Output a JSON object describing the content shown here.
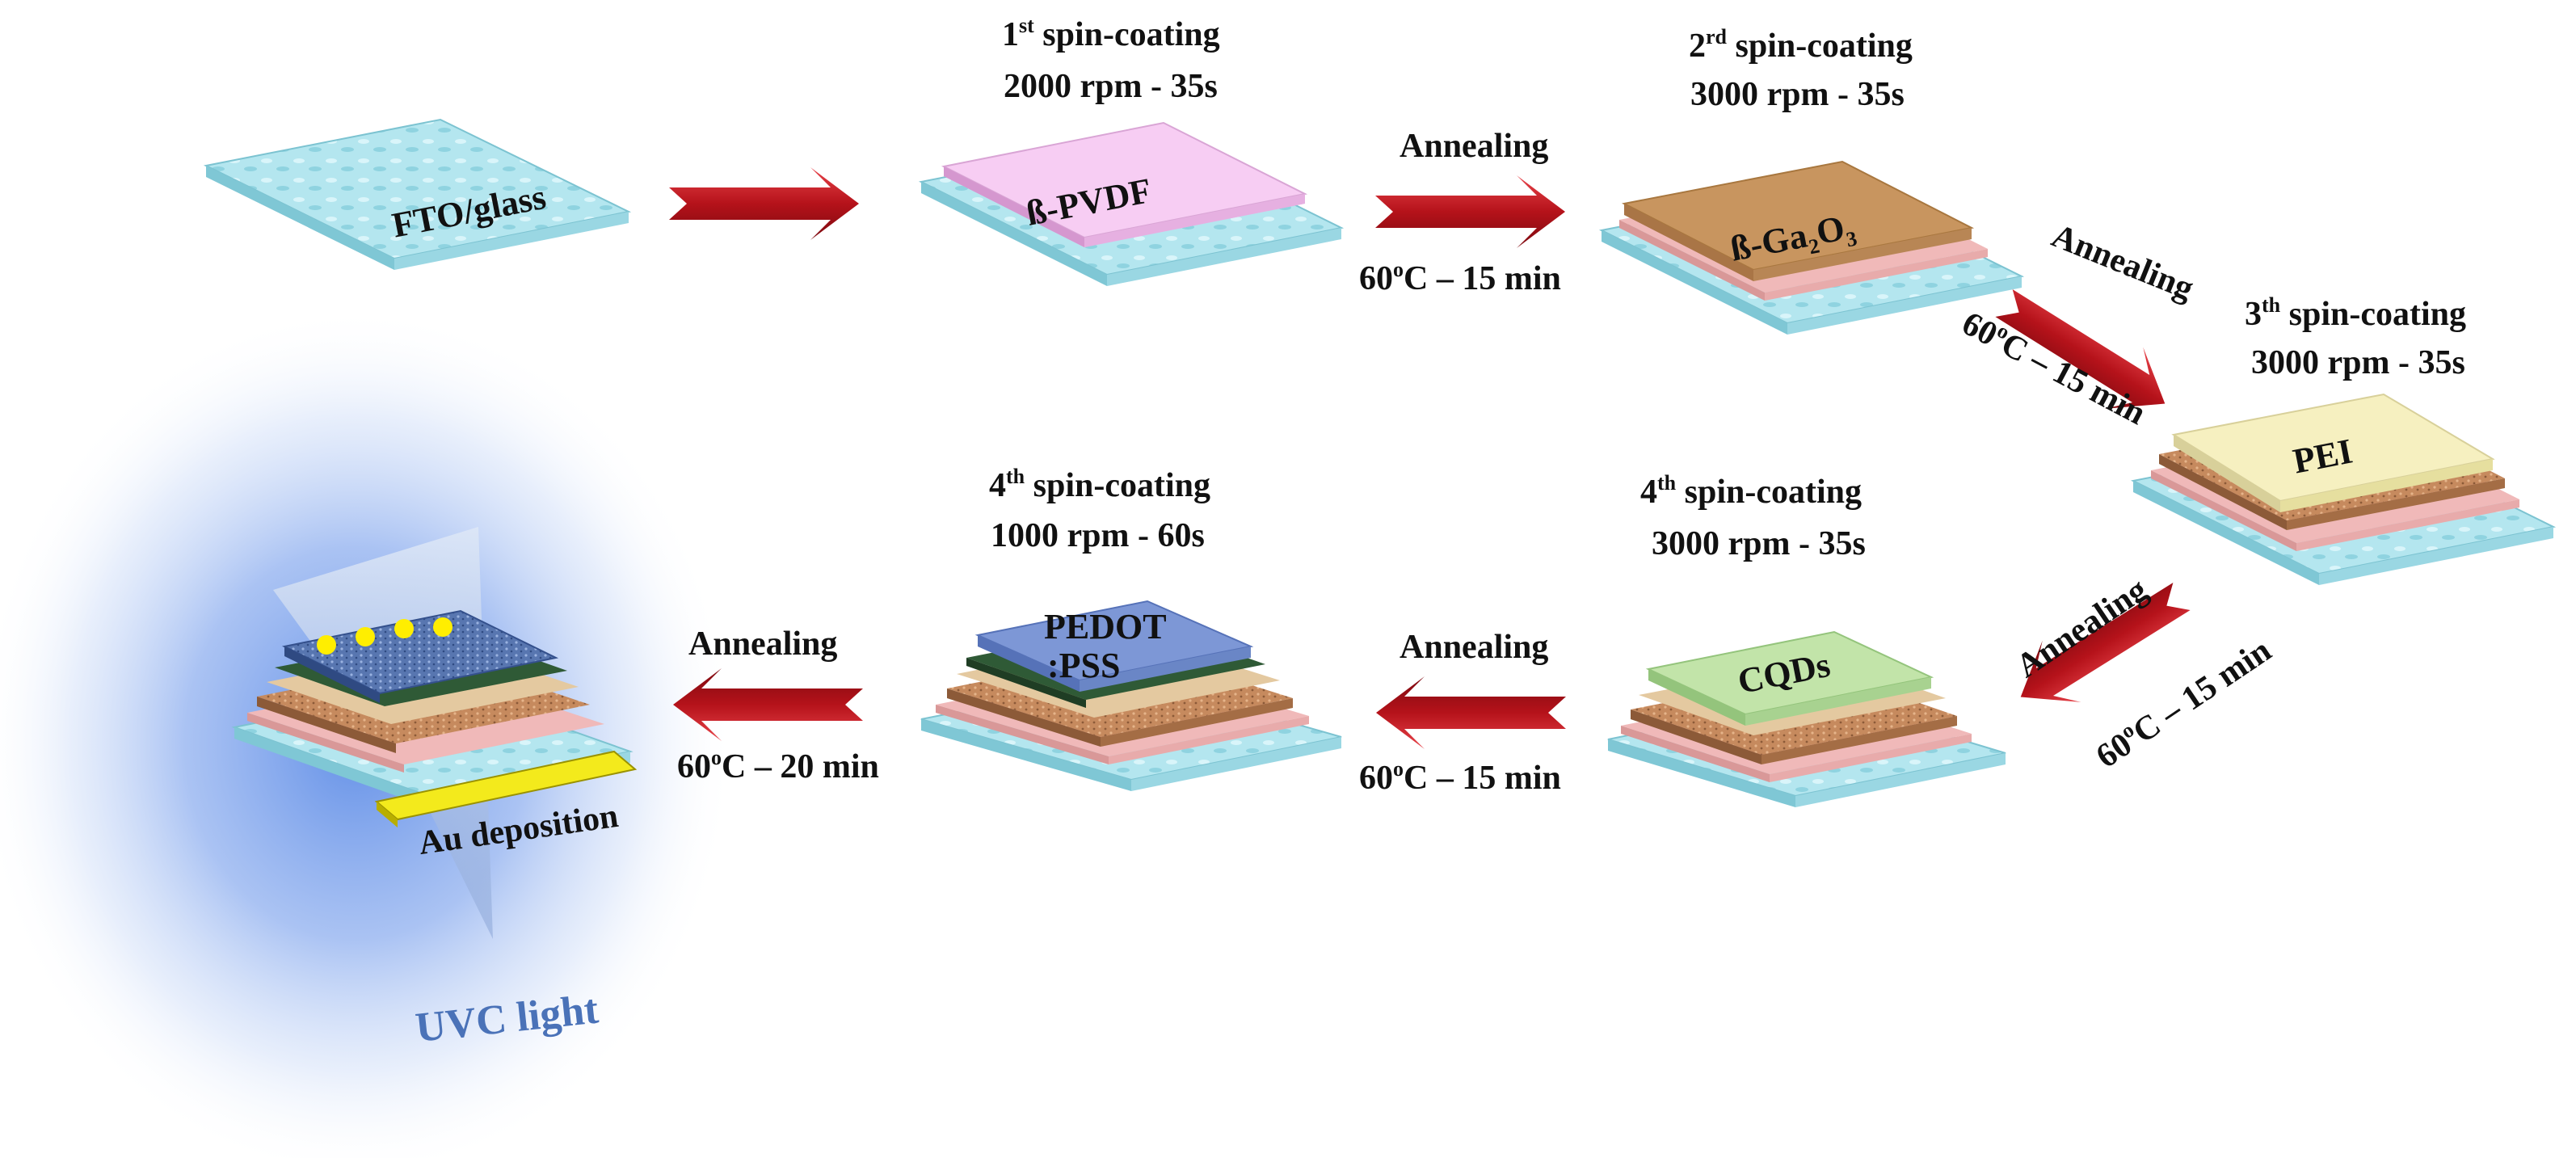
{
  "steps": {
    "step1": {
      "ord": "1",
      "sup": "st",
      "suffix": " spin-coating",
      "speed": "2000 rpm - 35s"
    },
    "step2": {
      "ord": "2",
      "sup": "rd",
      "suffix": " spin-coating",
      "speed": "3000 rpm - 35s"
    },
    "step3": {
      "ord": "3",
      "sup": "th",
      "suffix": " spin-coating",
      "speed": "3000 rpm - 35s"
    },
    "step4a": {
      "ord": "4",
      "sup": "th",
      "suffix": " spin-coating",
      "speed": "3000 rpm - 35s"
    },
    "step4b": {
      "ord": "4",
      "sup": "th",
      "suffix": " spin-coating",
      "speed": "1000 rpm - 60s"
    }
  },
  "anneal": {
    "a1": {
      "title": "Annealing",
      "temp": "60",
      "unit": "C – 15 min"
    },
    "a2": {
      "title": "Annealing",
      "temp": "60",
      "unit": "C – 15 min"
    },
    "a3": {
      "title": "Annealing",
      "temp": "60",
      "unit": "C – 15 min"
    },
    "a4": {
      "title": "Annealing",
      "temp": "60",
      "unit": "C – 15 min"
    },
    "a5": {
      "title": "Annealing",
      "temp": "60",
      "unit": "C – 20 min"
    }
  },
  "degree_sup": "o",
  "layers": {
    "fto": "FTO/glass",
    "pvdf": "ß-PVDF",
    "ga2o3_a": "ß-Ga",
    "ga2o3_s1": "2",
    "ga2o3_b": "O",
    "ga2o3_s2": "3",
    "pei": "PEI",
    "cqds": "CQDs",
    "pedot_1": "PEDOT",
    "pedot_2": ":PSS",
    "au": "Au deposition"
  },
  "uvc": "UVC light",
  "colors": {
    "arrow": "#c8161d",
    "glass": "#a8e0ea",
    "pvdf": "#f6c8f2",
    "ga2o3": "#c8955f",
    "pei": "#f7f2c2",
    "cqds": "#bfe3a8",
    "pedot": "#7d97d6",
    "pedot_pss_green": "#2f5a36",
    "gold": "#f3ea1c",
    "uv_glow": "#6e9ae8"
  }
}
